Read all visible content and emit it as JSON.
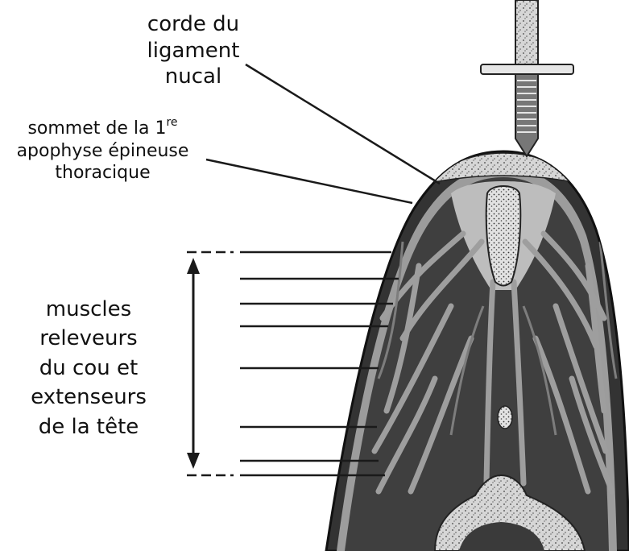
{
  "labels": {
    "corde": [
      "corde du",
      "ligament",
      "nucal"
    ],
    "sommet": {
      "line1_text": "sommet de la 1",
      "line1_sup": "re",
      "line2": "apophyse épineuse",
      "line3": "thoracique"
    },
    "muscles": [
      "muscles",
      "releveurs",
      "du cou et",
      "extenseurs",
      "de la tête"
    ]
  },
  "colors": {
    "outer_skin": "#333333",
    "muscle": "#474747",
    "fascia": "#a8a8a8",
    "bone_spongy": "#dcdcdc",
    "ligament_cap": "#cfcfcf",
    "leader_line": "#1a1a1a"
  },
  "icons": [
    "needle-icon",
    "double-arrow-icon"
  ]
}
